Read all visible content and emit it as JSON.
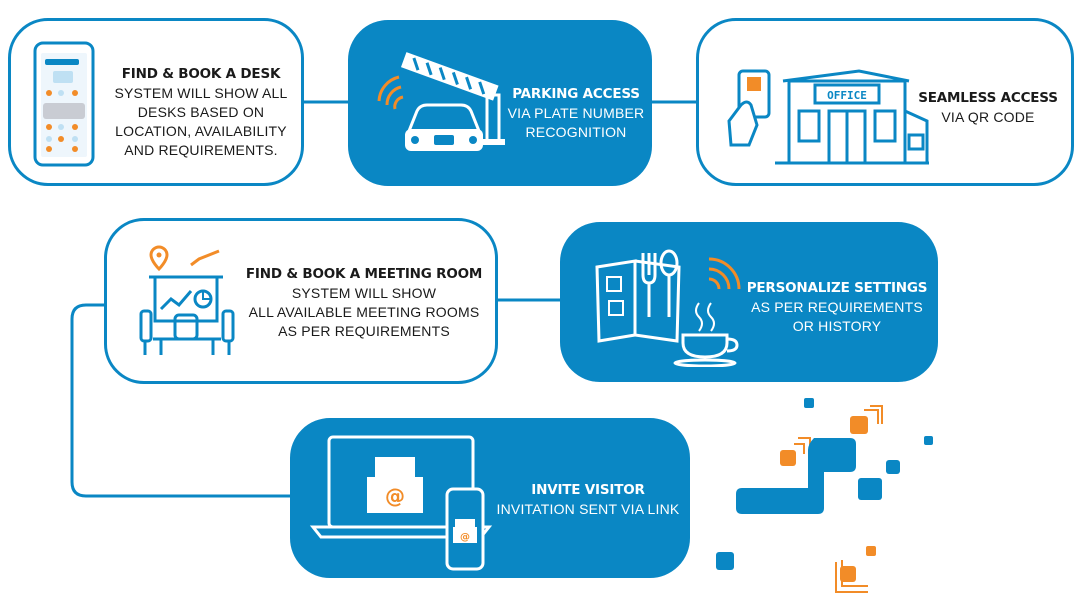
{
  "colors": {
    "brand_blue": "#0a87c4",
    "accent_orange": "#f28c28",
    "dark_navy": "#1a2a44"
  },
  "cards": {
    "desk": {
      "title": "FIND & BOOK A DESK",
      "lines": [
        "SYSTEM WILL SHOW ALL",
        "DESKS BASED ON",
        "LOCATION, AVAILABILITY",
        "AND REQUIREMENTS."
      ],
      "icon": "mobile-desk-booking-icon"
    },
    "parking": {
      "title": "PARKING ACCESS",
      "lines": [
        "VIA PLATE NUMBER",
        "RECOGNITION"
      ],
      "icon": "car-barrier-icon"
    },
    "access": {
      "title": "SEAMLESS ACCESS",
      "lines": [
        "VIA QR CODE"
      ],
      "icon": "office-building-icon",
      "sign": "OFFICE"
    },
    "meeting": {
      "title": "FIND & BOOK A MEETING ROOM",
      "lines": [
        "SYSTEM WILL SHOW",
        "ALL AVAILABLE MEETING ROOMS",
        "AS PER REQUIREMENTS"
      ],
      "icon": "meeting-room-icon"
    },
    "personalize": {
      "title": "PERSONALIZE SETTINGS",
      "lines": [
        "AS PER REQUIREMENTS",
        "OR HISTORY"
      ],
      "icon": "menu-coffee-icon"
    },
    "visitor": {
      "title": "INVITE VISITOR",
      "lines": [
        "INVITATION SENT VIA LINK"
      ],
      "icon": "laptop-invitation-icon"
    }
  }
}
